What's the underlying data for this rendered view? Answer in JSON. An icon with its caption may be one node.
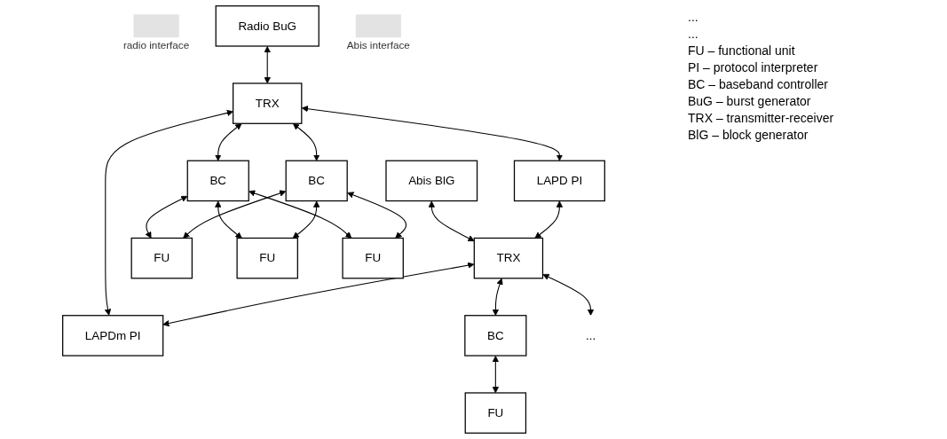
{
  "diagram": {
    "nodes": [
      {
        "text": [],
        "shape": "bar",
        "beside": [
          "radio interface"
        ]
      },
      {
        "text": [
          "Radio BuG"
        ]
      },
      {
        "text": [
          "LAPDm PI"
        ]
      },
      {
        "text": [
          "LAPD PI"
        ]
      },
      {
        "text": [
          "TRX"
        ]
      },
      {
        "text": [
          "TRX"
        ]
      },
      {
        "text": [
          "Abis BlG"
        ]
      },
      {
        "text": [],
        "shape": "bar",
        "beside": [
          "Abis interface"
        ]
      },
      {
        "text": [
          "BC"
        ]
      },
      {
        "text": [
          "BC"
        ]
      },
      {
        "text": [
          "BC"
        ]
      },
      {
        "text": [
          "FU"
        ]
      },
      {
        "text": [
          "FU"
        ]
      },
      {
        "text": [
          "FU"
        ]
      },
      {
        "text": [
          "FU"
        ]
      },
      {
        "text": [
          "..."
        ]
      }
    ],
    "edges": [
      {
        "from": 1,
        "to": 4,
        "arrow": "both"
      },
      {
        "from": 2,
        "to": 4,
        "arrow": "both"
      },
      {
        "from": 3,
        "to": 5,
        "arrow": "both"
      },
      {
        "from": 4,
        "to": 3,
        "arrow": "both"
      },
      {
        "from": 5,
        "to": 2,
        "arrow": "both"
      },
      {
        "from": 6,
        "to": 5,
        "arrow": "both"
      },
      {
        "from": 4,
        "to": 8,
        "arrow": "both"
      },
      {
        "from": 4,
        "to": 9,
        "arrow": "both"
      },
      {
        "from": 5,
        "to": 15,
        "arrow": "both"
      },
      {
        "from": 5,
        "to": 10,
        "arrow": "both"
      },
      {
        "from": 8,
        "to": 11,
        "arrow": "both"
      },
      {
        "from": 8,
        "to": 12,
        "arrow": "both"
      },
      {
        "from": 8,
        "to": 13,
        "arrow": "both"
      },
      {
        "from": 9,
        "to": 11,
        "arrow": "both"
      },
      {
        "from": 9,
        "to": 12,
        "arrow": "both"
      },
      {
        "from": 9,
        "to": 13,
        "arrow": "both"
      },
      {
        "from": 10,
        "to": 14,
        "arrow": "both"
      }
    ],
    "labels": [
      "...",
      "...",
      "FU – functional unit",
      "PI – protocol interpreter",
      "BC – baseband controller",
      "BuG – burst generator",
      "TRX – transmitter-receiver",
      "BlG – block generator"
    ]
  }
}
